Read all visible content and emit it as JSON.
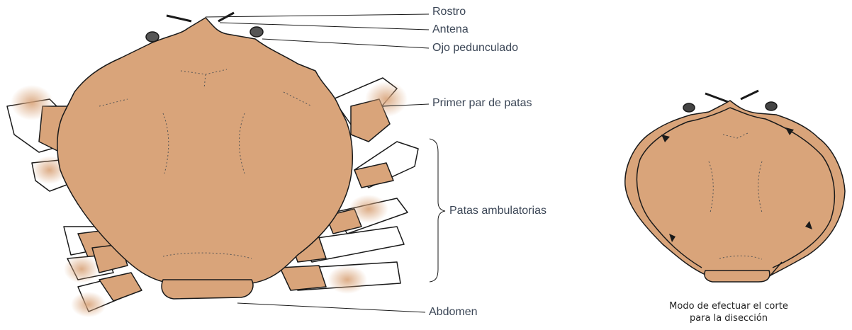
{
  "labels": {
    "rostro": "Rostro",
    "antena": "Antena",
    "ojo": "Ojo pedunculado",
    "primer_par": "Primer par de patas",
    "patas_ambulatorias": "Patas ambulatorias",
    "abdomen": "Abdomen"
  },
  "caption": {
    "line1": "Modo de efectuar el corte",
    "line2": "para la disección"
  },
  "colors": {
    "carapace": "#d9a47a",
    "leg_shade": "#e4c1a6",
    "outline": "#1a1a1a",
    "label_text": "#3b4656"
  }
}
